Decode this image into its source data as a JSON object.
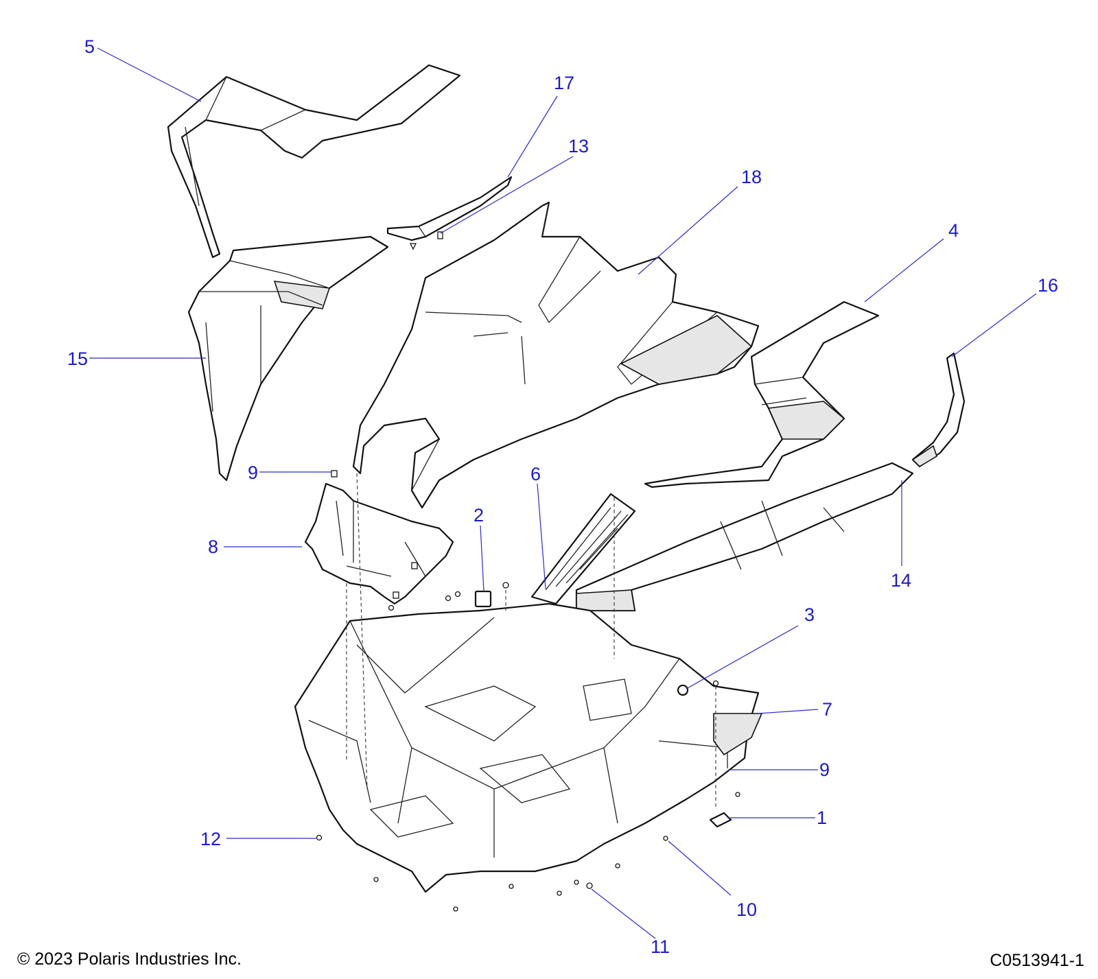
{
  "callouts": [
    {
      "id": "c5",
      "label": "5"
    },
    {
      "id": "c17",
      "label": "17"
    },
    {
      "id": "c13",
      "label": "13"
    },
    {
      "id": "c18",
      "label": "18"
    },
    {
      "id": "c4",
      "label": "4"
    },
    {
      "id": "c16",
      "label": "16"
    },
    {
      "id": "c15",
      "label": "15"
    },
    {
      "id": "c9a",
      "label": "9"
    },
    {
      "id": "c6",
      "label": "6"
    },
    {
      "id": "c2",
      "label": "2"
    },
    {
      "id": "c8",
      "label": "8"
    },
    {
      "id": "c14",
      "label": "14"
    },
    {
      "id": "c3",
      "label": "3"
    },
    {
      "id": "c7",
      "label": "7"
    },
    {
      "id": "c9b",
      "label": "9"
    },
    {
      "id": "c1",
      "label": "1"
    },
    {
      "id": "c12",
      "label": "12"
    },
    {
      "id": "c10",
      "label": "10"
    },
    {
      "id": "c11",
      "label": "11"
    }
  ],
  "footer": {
    "copyright": "© 2023 Polaris Industries Inc.",
    "figure_code": "C0513941-1"
  }
}
